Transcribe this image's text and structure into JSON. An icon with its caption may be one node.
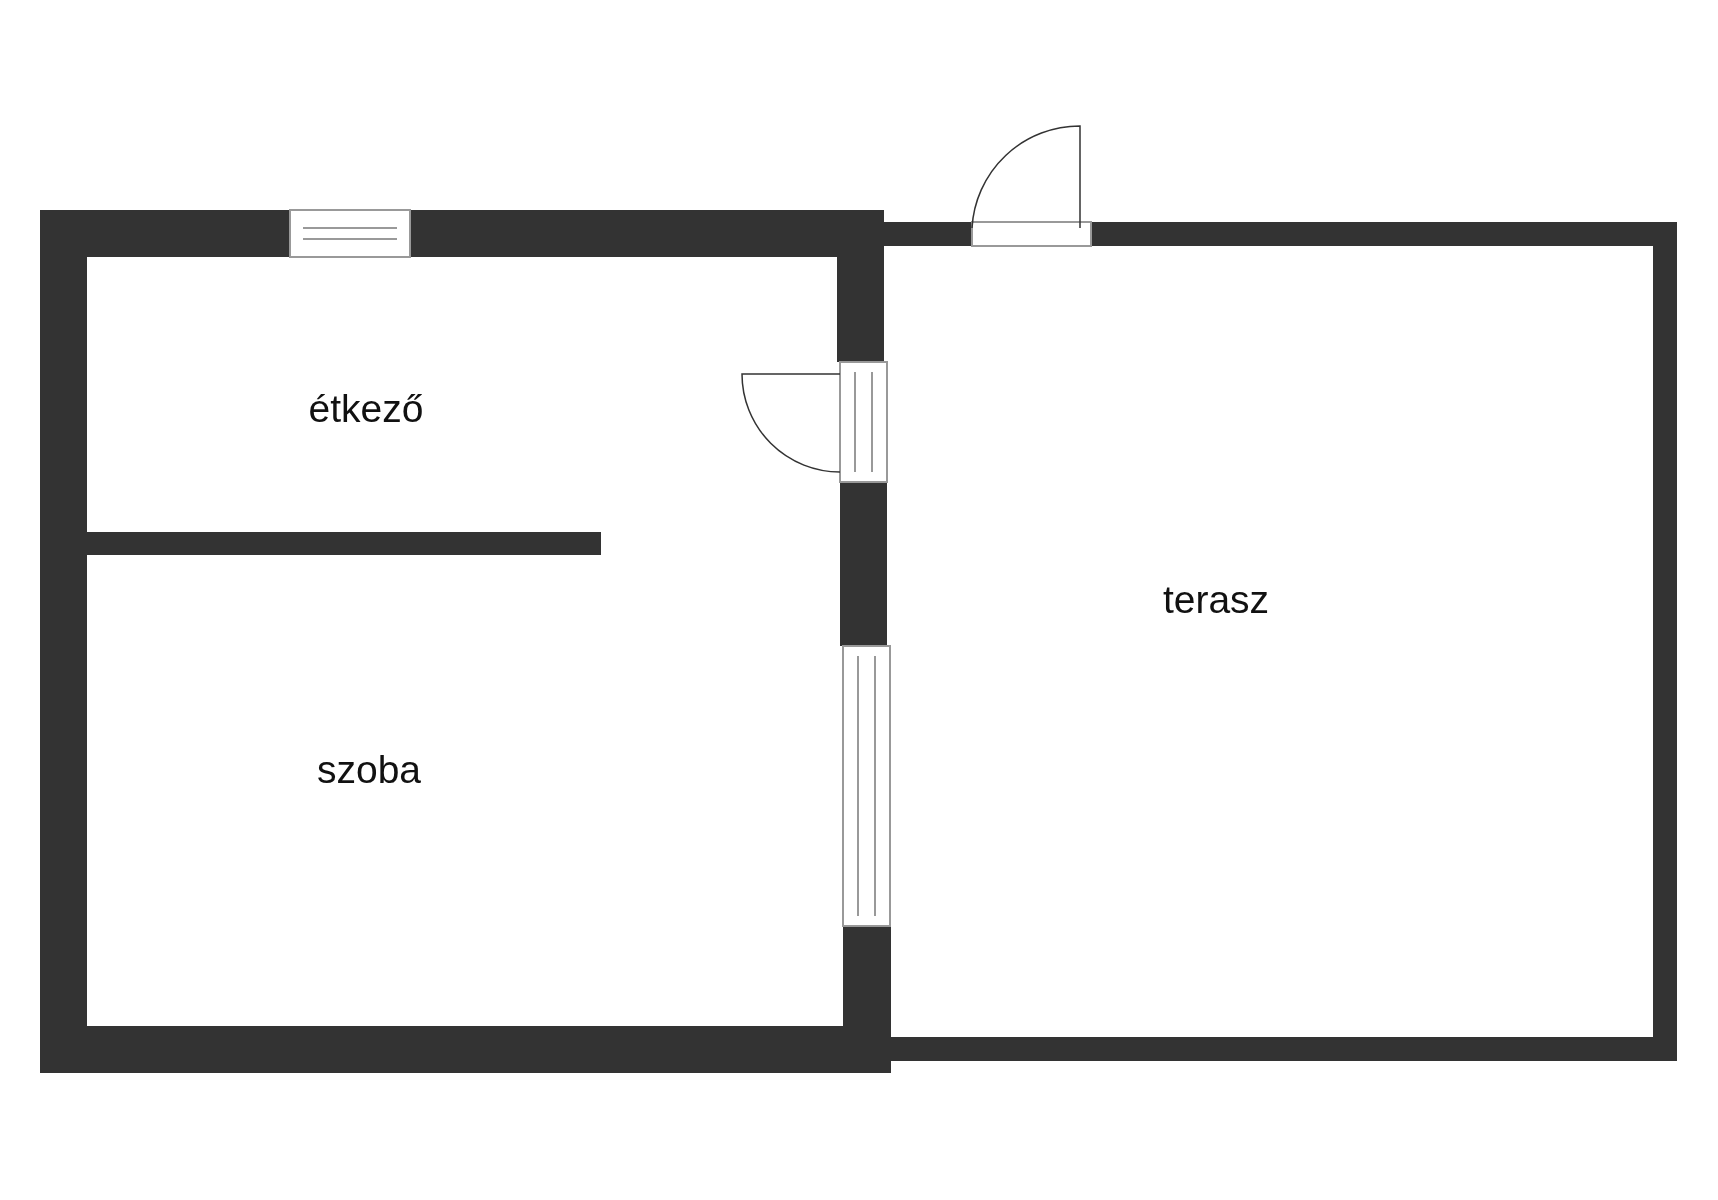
{
  "diagram": {
    "nodes": [
      {
        "text": [
          "étkező"
        ]
      },
      {
        "text": [
          "szoba"
        ]
      },
      {
        "text": [
          "terasz"
        ]
      }
    ]
  }
}
